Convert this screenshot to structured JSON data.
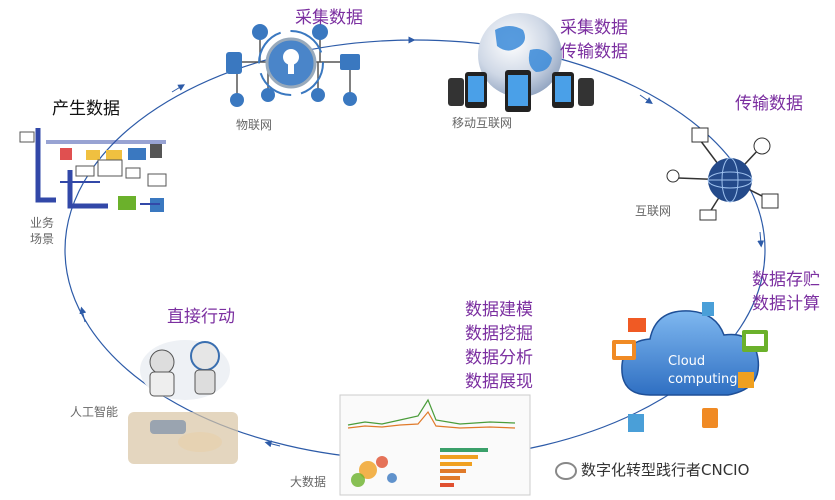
{
  "stages": {
    "collect": "采集数据",
    "collect_transmit": [
      "采集数据",
      "传输数据"
    ],
    "transmit": "传输数据",
    "store_compute": [
      "数据存贮",
      "数据计算"
    ],
    "analytics": [
      "数据建模",
      "数据挖掘",
      "数据分析",
      "数据展现"
    ],
    "act": "直接行动",
    "produce": "产生数据"
  },
  "captions": {
    "iot": "物联网",
    "mobile_internet": "移动互联网",
    "internet": "互联网",
    "big_data": "大数据",
    "ai": "人工智能",
    "business_scene": [
      "业务",
      "场景"
    ]
  },
  "cloud_text": [
    "Cloud",
    "computing"
  ],
  "watermark": "数字化转型践行者CNCIO",
  "colors": {
    "stage_text": "#7b2fa0",
    "cycle_line": "#2d5ba8",
    "cloud": "#3a7fd0"
  }
}
